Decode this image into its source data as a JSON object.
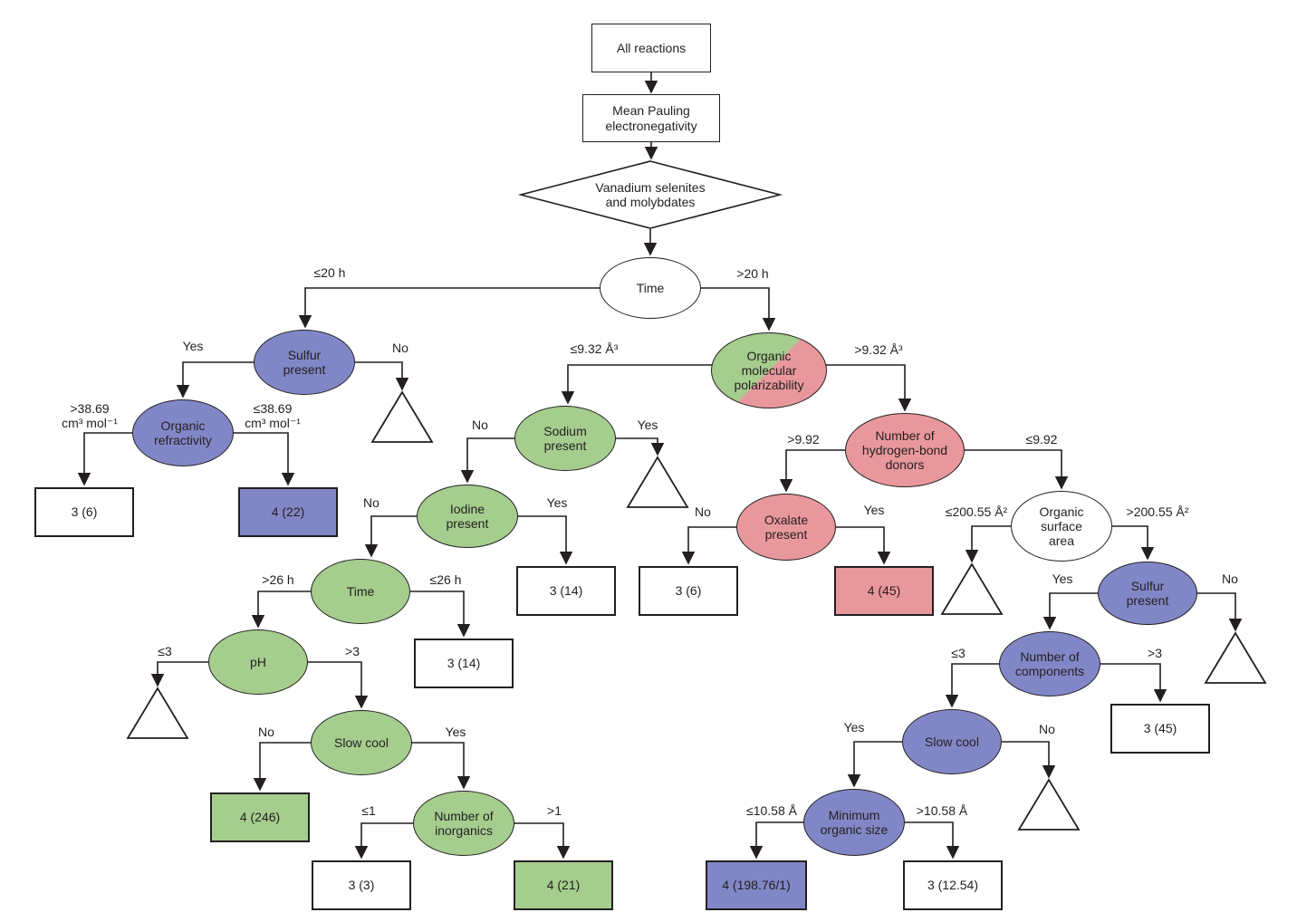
{
  "colors": {
    "blue": "#8187c6",
    "green": "#a5cd8e",
    "red": "#e8989c",
    "white": "#ffffff",
    "line": "#231f20"
  },
  "nodes": {
    "all_reactions": "All reactions",
    "mean_pauling": "Mean Pauling\nelectronegativity",
    "vanadium": "Vanadium selenites\nand molybdates",
    "time1": "Time",
    "sulfur1": "Sulfur\npresent",
    "organic_refractivity": "Organic\nrefractivity",
    "leaf_3_6_a": "3 (6)",
    "leaf_4_22": "4 (22)",
    "polarizability": "Organic\nmolecular\npolarizability",
    "sodium": "Sodium\npresent",
    "iodine": "Iodine\npresent",
    "time2": "Time",
    "ph": "pH",
    "slow_cool1": "Slow cool",
    "leaf_4_246": "4 (246)",
    "inorganics": "Number of\ninorganics",
    "leaf_3_3": "3 (3)",
    "leaf_4_21": "4 (21)",
    "leaf_3_14_a": "3 (14)",
    "leaf_3_14_b": "3 (14)",
    "hbond": "Number of\nhydrogen-bond\ndonors",
    "oxalate": "Oxalate\npresent",
    "leaf_3_6_b": "3 (6)",
    "leaf_4_45": "4 (45)",
    "surface_area": "Organic\nsurface\narea",
    "sulfur2": "Sulfur\npresent",
    "components": "Number of\ncomponents",
    "leaf_3_45": "3 (45)",
    "slow_cool2": "Slow cool",
    "min_organic_size": "Minimum\norganic size",
    "leaf_4_198": "4 (198.76/1)",
    "leaf_3_12": "3 (12.54)"
  },
  "edge_labels": {
    "time_le": "≤20 h",
    "time_gt": ">20 h",
    "sulfur1_yes": "Yes",
    "sulfur1_no": "No",
    "refr_gt": ">38.69\ncm³ mol⁻¹",
    "refr_le": "≤38.69\ncm³ mol⁻¹",
    "polar_le": "≤9.32 Å³",
    "polar_gt": ">9.32 Å³",
    "sodium_no": "No",
    "sodium_yes": "Yes",
    "iodine_no": "No",
    "iodine_yes": "Yes",
    "time2_gt": ">26 h",
    "time2_le": "≤26 h",
    "ph_le": "≤3",
    "ph_gt": ">3",
    "sc1_no": "No",
    "sc1_yes": "Yes",
    "inorg_le": "≤1",
    "inorg_gt": ">1",
    "hbond_gt": ">9.92",
    "hbond_le": "≤9.92",
    "oxalate_no": "No",
    "oxalate_yes": "Yes",
    "surf_le": "≤200.55 Å²",
    "surf_gt": ">200.55 Å²",
    "sulfur2_yes": "Yes",
    "sulfur2_no": "No",
    "comp_le": "≤3",
    "comp_gt": ">3",
    "sc2_yes": "Yes",
    "sc2_no": "No",
    "minsize_le": "≤10.58 Å",
    "minsize_gt": ">10.58 Å"
  }
}
